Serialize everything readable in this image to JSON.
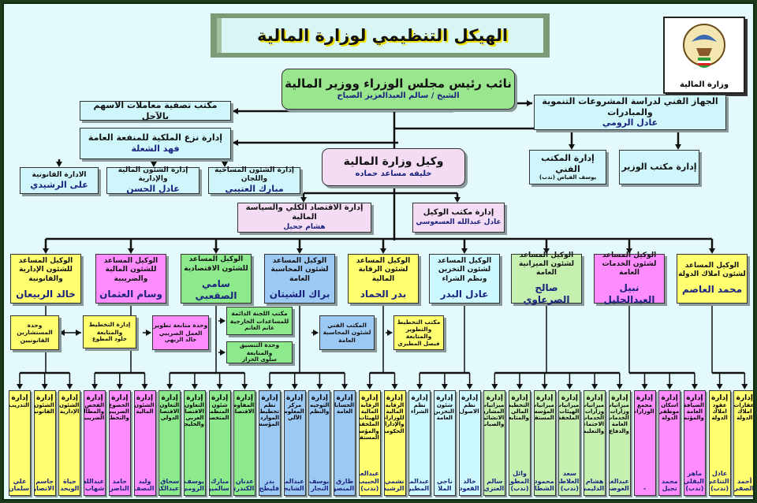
{
  "title": "الهيكل التنظيمي لوزارة المالية",
  "logo_label": "وزارة المالية",
  "minister": {
    "title": "نائب رئيس مجلس الوزراء ووزير المالية",
    "name": "الشيخ / سالم العبدالعزيز الصباح"
  },
  "futures_office": {
    "title": "مكتب تصفية معاملات الاسهم بالآجل"
  },
  "technical_body": {
    "title": "الجهاز الفني لدراسة المشروعات التنموية والمبادرات",
    "name": "عادل الرومي"
  },
  "expropriation": {
    "title": "إدارة نزع الملكية للمنفعة العامة",
    "name": "فهد الشعلة"
  },
  "legal": {
    "title": "الادارة القانونية",
    "name": "على الرشيدي"
  },
  "fin_admin": {
    "title": "إدارة الشئون المالية والإدارية",
    "name": "عادل الحسن"
  },
  "survey": {
    "title": "إدارة الشئون المساحية واللجان",
    "name": "مبارك العتيبي"
  },
  "tech_office": {
    "title": "إدارة المكتب الفني",
    "name": "يوسف الفياض (ندب)"
  },
  "minister_office": {
    "title": "إدارة مكتب الوزير"
  },
  "undersecretary": {
    "title": "وكيل وزارة المالية",
    "name": "خليفه مساعد حماده"
  },
  "macro": {
    "title": "إدارة الاقتصاد الكلي والسياسة المالية",
    "name": "هشام جحيل"
  },
  "us_office": {
    "title": "إدارة مكتب الوكيل",
    "name": "عادل عبدالله العسعوسي"
  },
  "assistants": [
    {
      "title": "الوكيل المساعد للشئون الإدارية والقانونية",
      "name": "خالد الربيعان",
      "color": "yl"
    },
    {
      "title": "الوكيل المساعد للشئون المالية والضريبية",
      "name": "وسام العثمان",
      "color": "mg"
    },
    {
      "title": "الوكيل المساعد للشئون الاقتصادية",
      "name": "سامي الصقعبي",
      "color": "gn"
    },
    {
      "title": "الوكيل المساعد لشئون المحاسبة العامة",
      "name": "براك الشيتان",
      "color": "bl"
    },
    {
      "title": "الوكيل المساعد لشئون الرقابة المالية",
      "name": "بدر الحماد",
      "color": "yl"
    },
    {
      "title": "الوكيل المساعد لشئون التخزين ونظم الشراء",
      "name": "عادل البدر",
      "color": "lc"
    },
    {
      "title": "الوكيل المساعد لشئون الميزانية العامة",
      "name": "صالح الصرعاوي",
      "color": "lg"
    },
    {
      "title": "الوكيل المساعد لشئون الخدمات العامة",
      "name": "نبيل العبدالجليل",
      "color": "mg"
    },
    {
      "title": "الوكيل المساعد لشئون املاك الدولة",
      "name": "محمد العاصم",
      "color": "yl"
    }
  ],
  "units": [
    {
      "title": "وحدة المستشارين القانونيين",
      "name": "",
      "color": "yl"
    },
    {
      "title": "إدارة التخطيط والمتابعة",
      "name": "خلود المطوع",
      "color": "yl"
    },
    {
      "title": "وحدة متابعة تطوير العمل الضريبي",
      "name": "خالد الزيهي",
      "color": "mg"
    },
    {
      "title": "مكتب اللجنة الدائمة للمساعدات الخارجية",
      "name": "غانم الغانم",
      "color": "gn"
    },
    {
      "title": "وحدة التنسيق والمتابعة",
      "name": "سلوى الخراز",
      "color": "gn"
    },
    {
      "title": "المكتب الفني لشئون المحاسبة العامة",
      "name": "",
      "color": "bl"
    },
    {
      "title": "مكتب التخطيط والتطوير والمتابعة",
      "name": "فيصل المطيري",
      "color": "yl"
    }
  ],
  "departments": [
    {
      "head": "إدارة",
      "title": "التدريب",
      "name": "علي سلمان",
      "color": "yl"
    },
    {
      "head": "إدارة",
      "title": "الشئون القانونية",
      "name": "جاسم الانصاري",
      "color": "yl"
    },
    {
      "head": "إدارة",
      "title": "الشئون الإدارية",
      "name": "حياة الويحد",
      "color": "yl"
    },
    {
      "head": "إدارة",
      "title": "الفحص والمطالبات الضريبية",
      "name": "عبدالله شهاب",
      "color": "mg"
    },
    {
      "head": "إدارة",
      "title": "الخضوع الضريبي والتخطيط",
      "name": "حامد الناصر",
      "color": "mg"
    },
    {
      "head": "إدارة",
      "title": "الشئون المالية",
      "name": "وليد النصف",
      "color": "mg"
    },
    {
      "head": "إدارة",
      "title": "التعاون الاقتصادي الدولي",
      "name": "سحاق عبدالكريم",
      "color": "gn"
    },
    {
      "head": "إدارة",
      "title": "التعاون الاقتصادي العربي والخليجي",
      "name": "يوسف الرومي",
      "color": "gn"
    },
    {
      "head": "إدارة",
      "title": "شئون المنظمات المتخصصة",
      "name": "مبارك سالمين",
      "color": "gn"
    },
    {
      "head": "إدارة",
      "title": "المفاوضات الاقتصادية",
      "name": "عدنان الكندري",
      "color": "gn"
    },
    {
      "head": "إدارة",
      "title": "نظم تخطيط الموارد المؤسسية",
      "name": "بدر فليطح",
      "color": "bl"
    },
    {
      "head": "إدارة",
      "title": "مركز المعلومات الآلي",
      "name": "عبدالمحسن الشايجي",
      "color": "bl"
    },
    {
      "head": "إدارة",
      "title": "التوجيه والنظم",
      "name": "يوسف النجار",
      "color": "bl"
    },
    {
      "head": "إدارة",
      "title": "الحسابات العامة",
      "name": "طارق المنصور",
      "color": "bl"
    },
    {
      "head": "إدارة",
      "title": "الرقابة المالية للهيئات الملحقة والمؤسسات المستقلة",
      "name": "عبدالعزيز الحبيب (ندب)",
      "color": "yl"
    },
    {
      "head": "إدارة",
      "title": "الرقابة المالية للوزارات والإدارات الحكومية",
      "name": "نشمي الرشيدي",
      "color": "yl"
    },
    {
      "head": "إدارة",
      "title": "نظم الشراء",
      "name": "عبدالمحسن المطير",
      "color": "lc"
    },
    {
      "head": "إدارة",
      "title": "شئون التخزين العامة",
      "name": "ناجي الملا",
      "color": "lc"
    },
    {
      "head": "إدارة",
      "title": "نظم الاصول",
      "name": "خالد القعود",
      "color": "lc"
    },
    {
      "head": "إدارة",
      "title": "ميزانيات المشاريع الانشائية والصيانة",
      "name": "سالم العنزي",
      "color": "lg"
    },
    {
      "head": "إدارة",
      "title": "التخطيط المالي والمتابعة",
      "name": "وائل المطوع (ندب)",
      "color": "lg"
    },
    {
      "head": "إدارة",
      "title": "ميزانيات المؤسسات المستقلة",
      "name": "محمود الشطان",
      "color": "lg"
    },
    {
      "head": "إدارة",
      "title": "ميزانيات الهيئات الملحقة",
      "name": "سعد العلاطي (ندب)",
      "color": "lg"
    },
    {
      "head": "إدارة",
      "title": "ميزانيات وزارات الخدمات الاجتماعية والتعليم",
      "name": "هشام الدليمي",
      "color": "lg"
    },
    {
      "head": "إدارة",
      "title": "ميزانيات وزارات الخدمات العامة والدفاع",
      "name": "عبدالغفار العوضي",
      "color": "lg"
    },
    {
      "head": "إدارة",
      "title": "مجمع الوزارات",
      "name": "-",
      "color": "mg"
    },
    {
      "head": "إدارة",
      "title": "اسكان موظفي الدولة",
      "name": "محمد تجيل",
      "color": "mg"
    },
    {
      "head": "إدارة",
      "title": "الضيافة العامة والمؤتمرات",
      "name": "ماهر البقلي (ندب)",
      "color": "mg"
    },
    {
      "head": "إدارة",
      "title": "عقود املاك الدولة",
      "name": "عادل التناعي (ندب)",
      "color": "yl"
    },
    {
      "head": "إدارة",
      "title": "عقارات املاك الدولة",
      "name": "أحمد الصفي",
      "color": "yl"
    }
  ],
  "colors": {
    "yl": "#ffff70",
    "mg": "#ff8cff",
    "gn": "#8cea8c",
    "bl": "#9cc8f4",
    "lc": "#ccf9ff",
    "lg": "#c6f0b0"
  }
}
